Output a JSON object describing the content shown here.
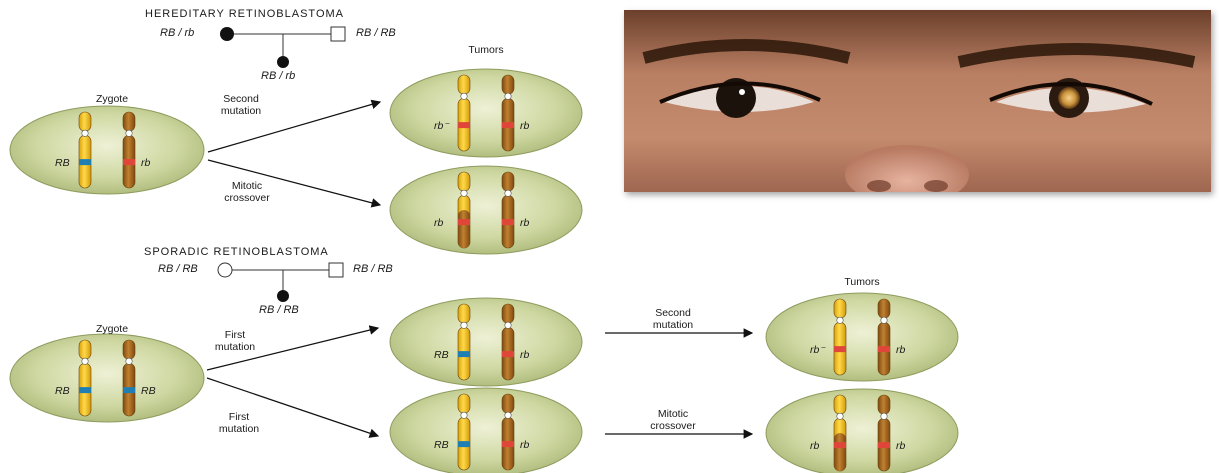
{
  "hereditary": {
    "title": "HEREDITARY RETINOBLASTOMA",
    "pedigree": {
      "left_genotype": "RB / rb",
      "right_genotype": "RB / RB",
      "child_genotype": "RB / rb"
    },
    "zygote_label": "Zygote",
    "tumors_label": "Tumors",
    "zygote_alleles": {
      "left": "RB",
      "right": "rb"
    },
    "path_top": {
      "label_line1": "Second",
      "label_line2": "mutation",
      "alleles": {
        "left": "rb⁻",
        "right": "rb"
      }
    },
    "path_bottom": {
      "label_line1": "Mitotic",
      "label_line2": "crossover",
      "alleles": {
        "left": "rb",
        "right": "rb"
      }
    }
  },
  "sporadic": {
    "title": "SPORADIC RETINOBLASTOMA",
    "pedigree": {
      "left_genotype": "RB / RB",
      "right_genotype": "RB / RB",
      "child_genotype": "RB / RB"
    },
    "zygote_label": "Zygote",
    "tumors_label": "Tumors",
    "zygote_alleles": {
      "left": "RB",
      "right": "RB"
    },
    "upper_first": {
      "label_line1": "First",
      "label_line2": "mutation",
      "alleles": {
        "left": "RB",
        "right": "rb"
      }
    },
    "lower_first": {
      "label_line1": "First",
      "label_line2": "mutation",
      "alleles": {
        "left": "RB",
        "right": "rb"
      }
    },
    "upper_second": {
      "label_line1": "Second",
      "label_line2": "mutation",
      "alleles": {
        "left": "rb⁻",
        "right": "rb"
      }
    },
    "lower_second": {
      "label_line1": "Mitotic",
      "label_line2": "crossover",
      "alleles": {
        "left": "rb",
        "right": "rb"
      }
    }
  },
  "colors": {
    "cell_fill": "#c9d39a",
    "cell_center": "#e3e8c4",
    "chromosome_yellow": "#f2c21b",
    "chromosome_brown": "#a8681f",
    "band_blue": "#1f7fb3",
    "band_red": "#e0453a"
  },
  "photo": {
    "subject": "child-eyes-leukocoria"
  }
}
